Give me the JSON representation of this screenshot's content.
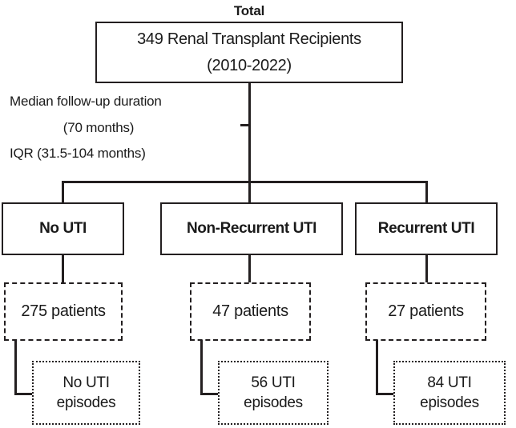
{
  "diagram": {
    "title_label": "Total",
    "root": {
      "line1": "349 Renal Transplant Recipients",
      "line2": "(2010-2022)"
    },
    "annotation": {
      "line1": "Median follow-up duration",
      "line2": "(70 months)",
      "line3": "IQR (31.5-104 months)"
    },
    "groups": [
      {
        "label": "No UTI",
        "patients": "275 patients",
        "episodes_line1": "No UTI",
        "episodes_line2": "episodes"
      },
      {
        "label": "Non-Recurrent UTI",
        "patients": "47 patients",
        "episodes_line1": "56  UTI",
        "episodes_line2": "episodes"
      },
      {
        "label": "Recurrent UTI",
        "patients": "27 patients",
        "episodes_line1": "84 UTI",
        "episodes_line2": "episodes"
      }
    ],
    "colors": {
      "stroke": "#231f20",
      "text": "#1a1a1a",
      "background": "#ffffff"
    }
  }
}
